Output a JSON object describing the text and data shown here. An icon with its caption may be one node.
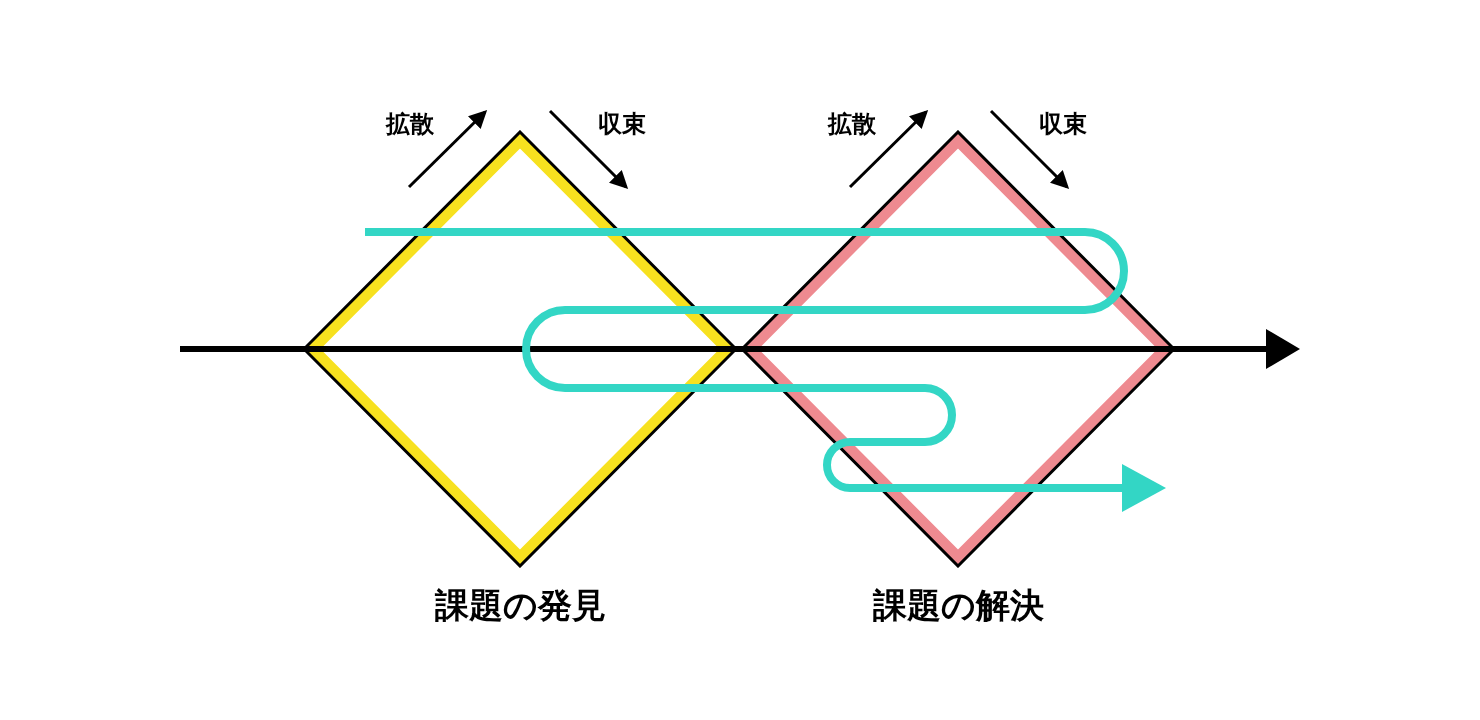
{
  "diagram": {
    "nodes": [
      {
        "text": [
          "課題の発見"
        ]
      },
      {
        "text": [
          "課題の解決"
        ]
      }
    ],
    "labels": [
      "拡散",
      "収束",
      "拡散",
      "収束"
    ]
  }
}
